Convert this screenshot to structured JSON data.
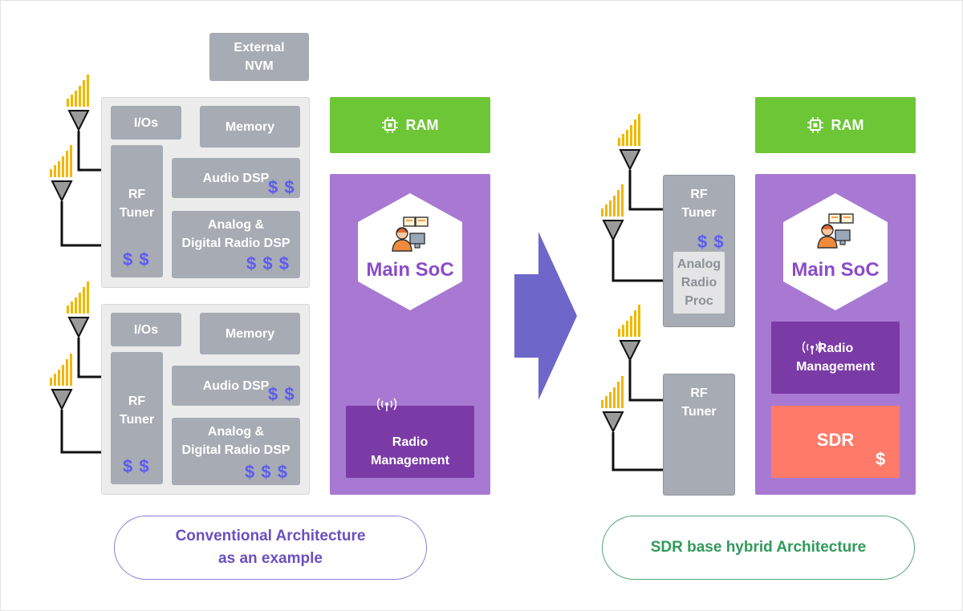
{
  "left": {
    "external_nvm": "External\nNVM",
    "ram": "RAM",
    "main_soc": "Main SoC",
    "radio_management": "Radio\nManagement",
    "blocks": [
      {
        "ios": "I/Os",
        "memory": "Memory",
        "audio_dsp": "Audio DSP",
        "audio_cost": "$ $",
        "rf_tuner": "RF\nTuner",
        "rf_cost": "$ $",
        "radio_dsp": "Analog &\nDigital Radio DSP",
        "radio_cost": "$ $ $"
      },
      {
        "ios": "I/Os",
        "memory": "Memory",
        "audio_dsp": "Audio DSP",
        "audio_cost": "$ $",
        "rf_tuner": "RF\nTuner",
        "rf_cost": "$ $",
        "radio_dsp": "Analog &\nDigital Radio DSP",
        "radio_cost": "$ $ $"
      }
    ],
    "caption": "Conventional Architecture\nas an example"
  },
  "right": {
    "ram": "RAM",
    "main_soc": "Main SoC",
    "radio_management": "Radio\nManagement",
    "sdr": "SDR",
    "sdr_cost": "$",
    "rf_tuner_1": "RF\nTuner",
    "rf_cost_1": "$ $",
    "analog_proc": "Analog\nRadio\nProc",
    "rf_tuner_2": "RF\nTuner",
    "caption": "SDR base hybrid Architecture"
  },
  "colors": {
    "gray_block": "#a7abb4",
    "ram_green": "#6dc636",
    "soc_purple": "#a879d2",
    "radio_mgmt": "#7a3ba6",
    "sdr": "#ff7a68",
    "dollar": "#5c5cf0",
    "arrow": "#6f66c9",
    "signal": "#f2b600",
    "caption_left": "#6a4fc0",
    "caption_right": "#2f9a5a"
  },
  "icons": {
    "ram": "chip-icon",
    "radio": "broadcast-icon",
    "soc": "operator-icon",
    "antenna": "antenna-icon",
    "signal": "signal-bars-icon"
  }
}
